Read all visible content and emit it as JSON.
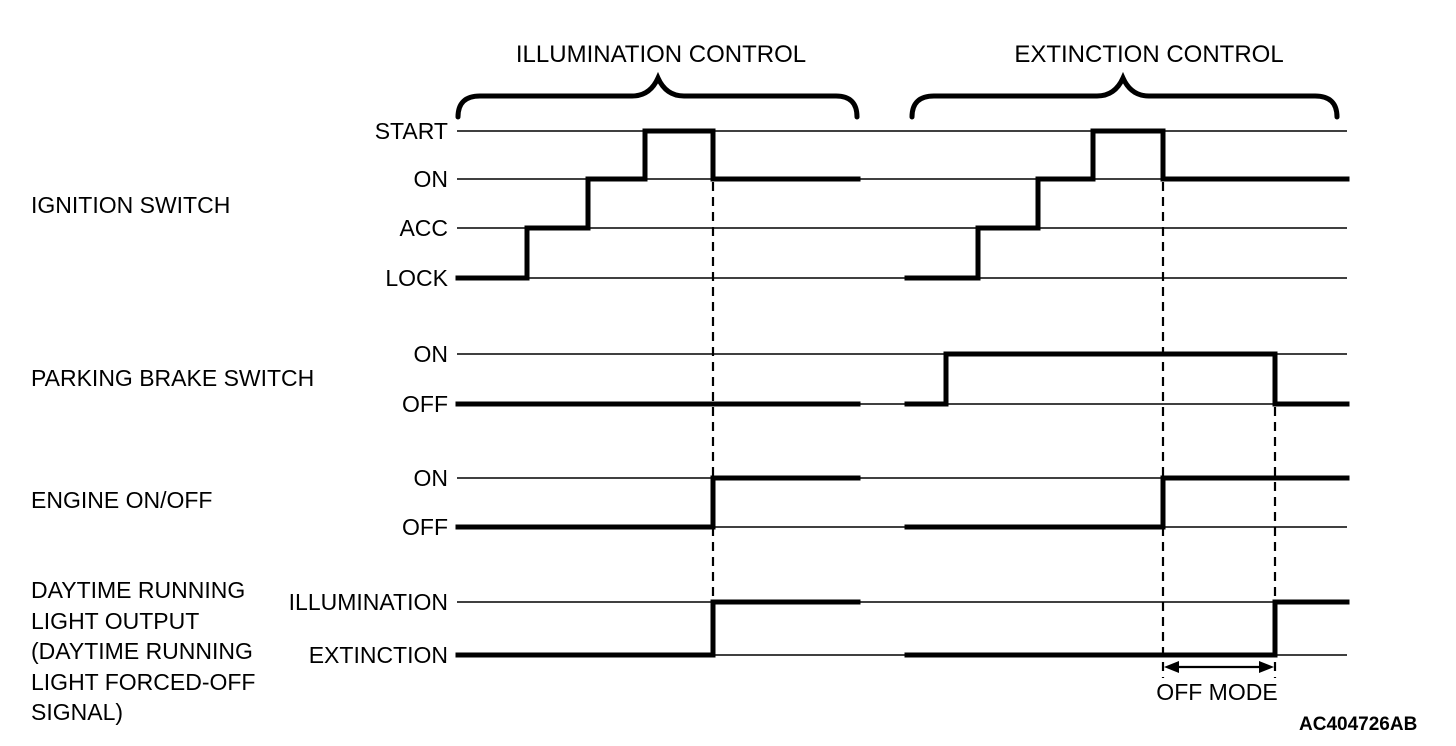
{
  "titles": {
    "illumination_control": "ILLUMINATION CONTROL",
    "extinction_control": "EXTINCTION CONTROL"
  },
  "signals": {
    "ignition": {
      "name": "IGNITION SWITCH",
      "levels": {
        "start": "START",
        "on": "ON",
        "acc": "ACC",
        "lock": "LOCK"
      }
    },
    "parking": {
      "name": "PARKING BRAKE SWITCH",
      "levels": {
        "on": "ON",
        "off": "OFF"
      }
    },
    "engine": {
      "name": "ENGINE ON/OFF",
      "levels": {
        "on": "ON",
        "off": "OFF"
      }
    },
    "drl": {
      "name_lines": [
        "DAYTIME RUNNING",
        "LIGHT OUTPUT",
        "(DAYTIME RUNNING",
        "LIGHT FORCED-OFF",
        "SIGNAL)"
      ],
      "levels": {
        "illumination": "ILLUMINATION",
        "extinction": "EXTINCTION"
      }
    }
  },
  "annotations": {
    "off_mode": "OFF MODE",
    "figure_code": "AC404726AB"
  }
}
